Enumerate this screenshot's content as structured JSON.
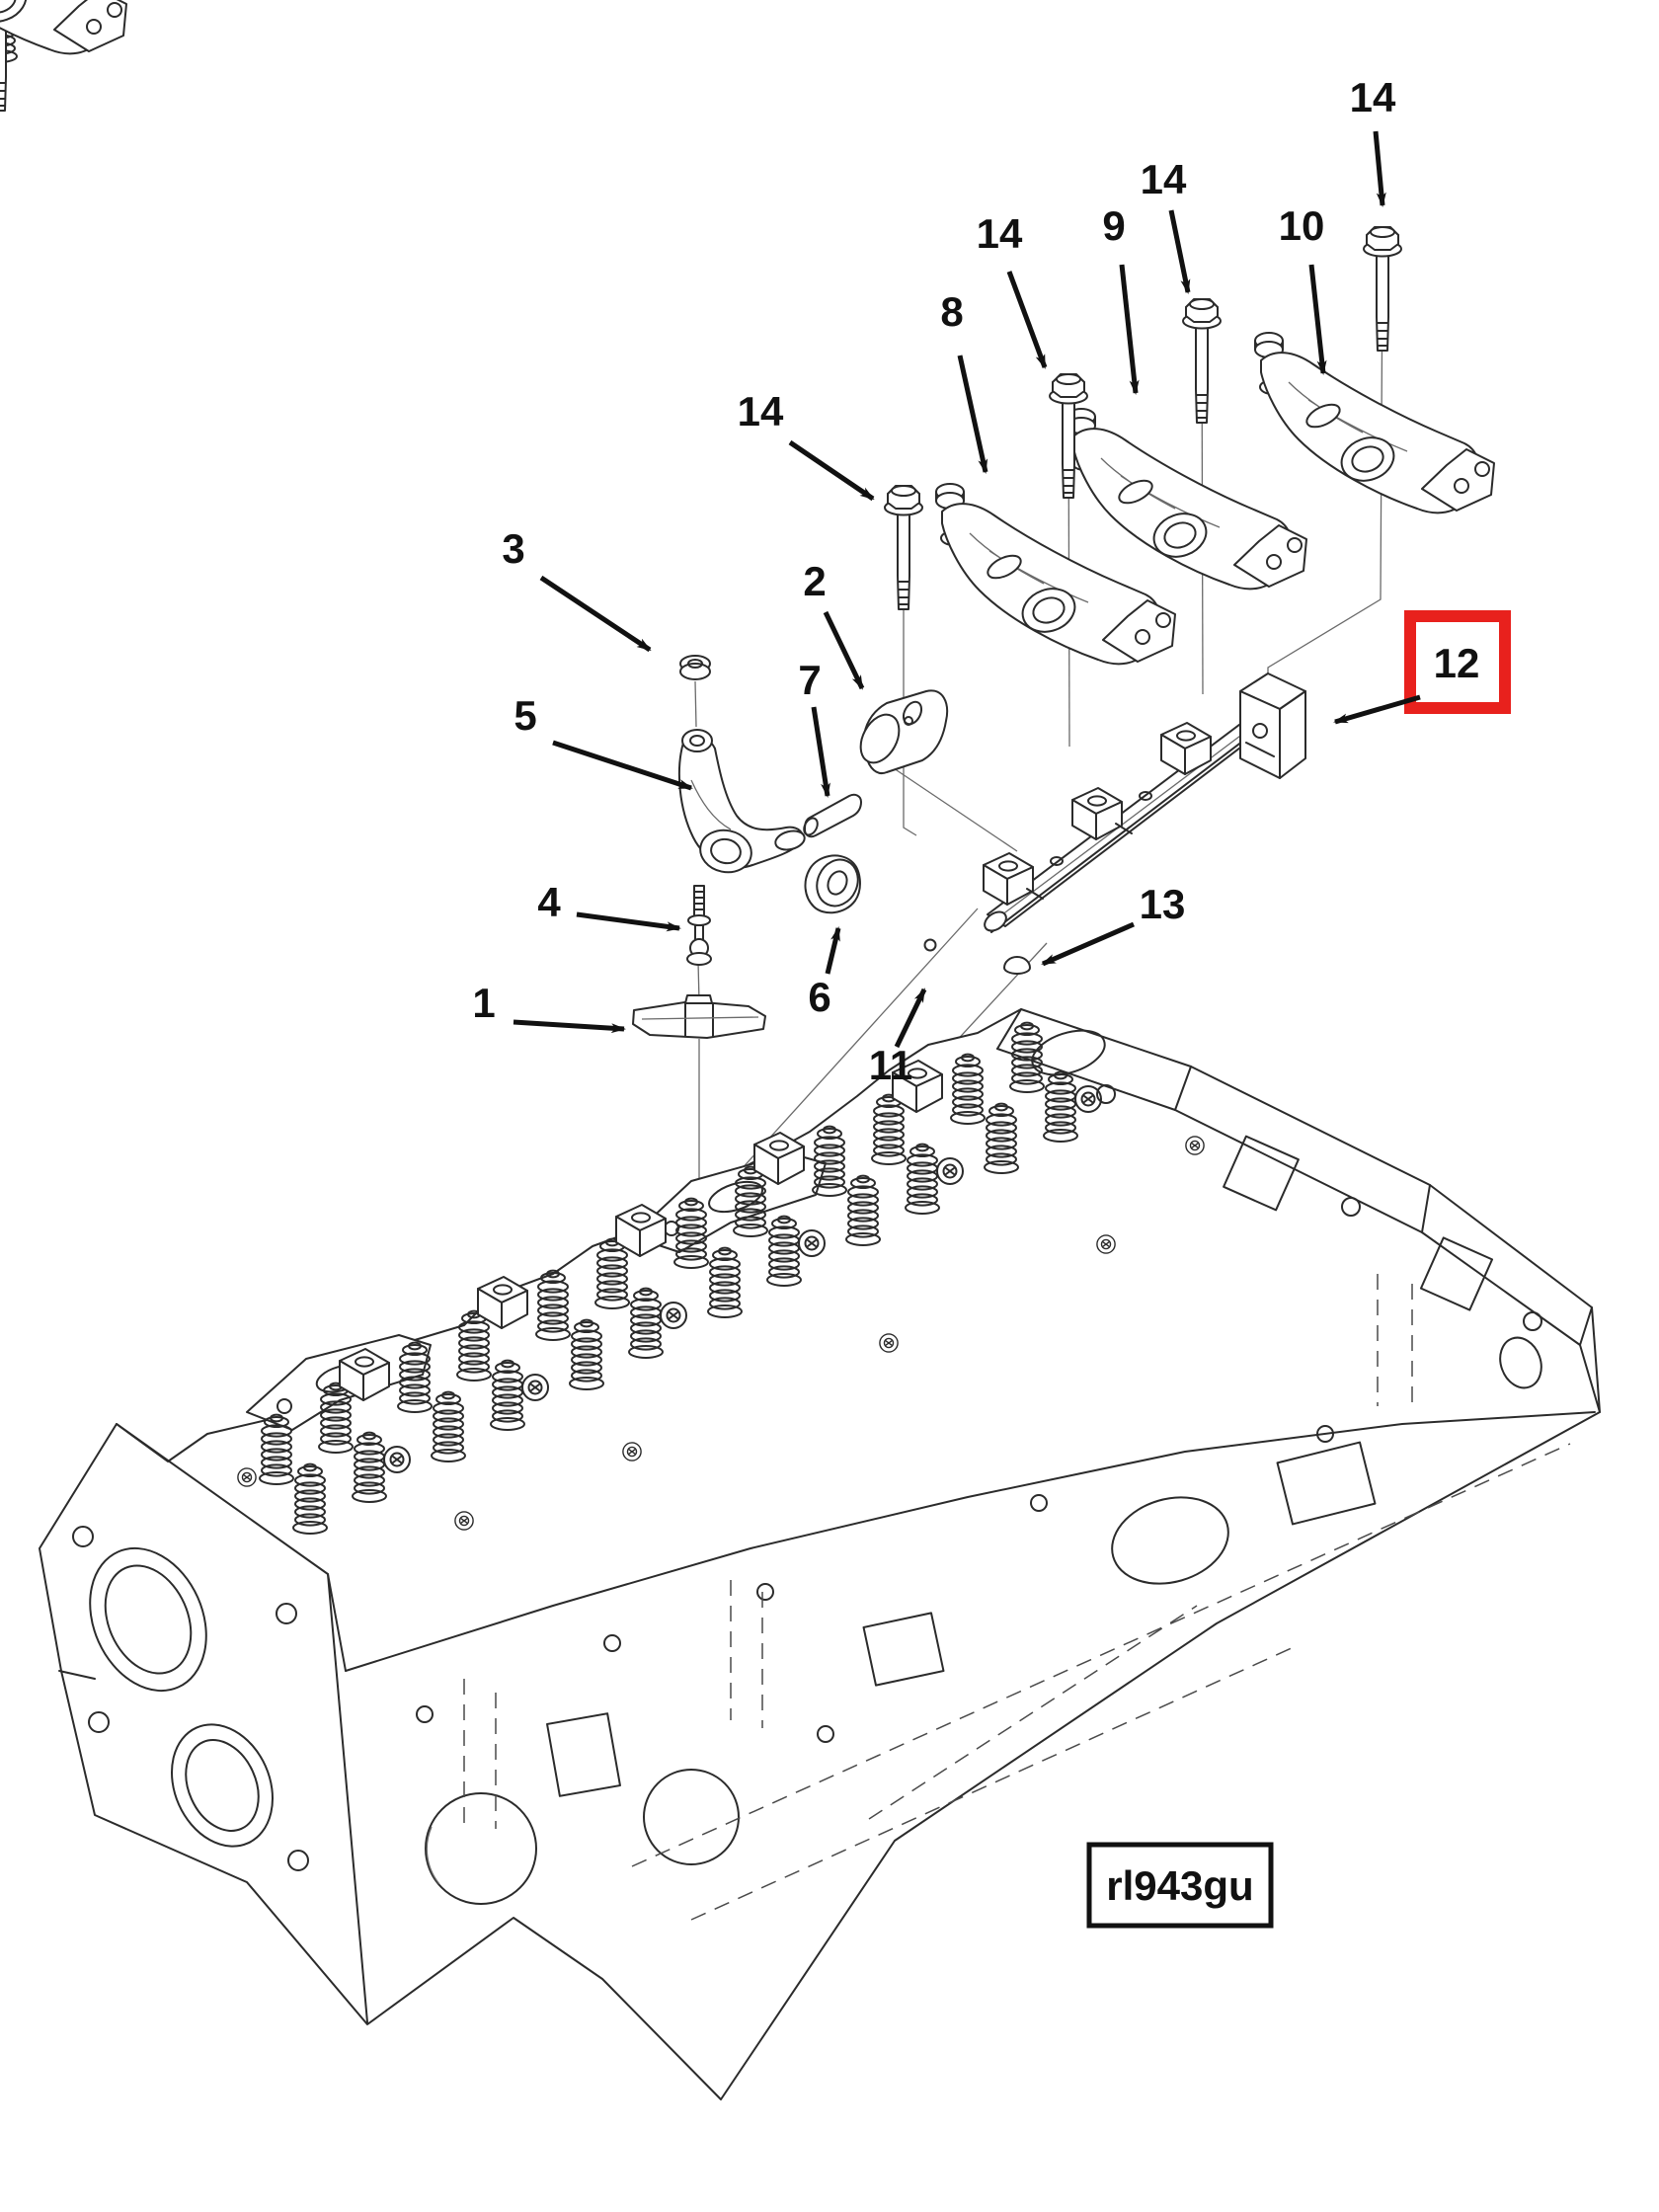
{
  "figure": {
    "id_code": "rl943gu",
    "accent_color": "#e8211d",
    "line_color": "#2b2b2b",
    "background": "#ffffff",
    "highlighted_callout": "12"
  },
  "callouts": {
    "c1": {
      "label": "1"
    },
    "c2": {
      "label": "2"
    },
    "c3": {
      "label": "3"
    },
    "c4": {
      "label": "4"
    },
    "c5": {
      "label": "5"
    },
    "c6": {
      "label": "6"
    },
    "c7": {
      "label": "7"
    },
    "c8": {
      "label": "8"
    },
    "c9": {
      "label": "9"
    },
    "c10": {
      "label": "10"
    },
    "c11": {
      "label": "11"
    },
    "c12": {
      "label": "12",
      "highlighted": true
    },
    "c13": {
      "label": "13"
    },
    "c14a": {
      "label": "14"
    },
    "c14b": {
      "label": "14"
    },
    "c14c": {
      "label": "14"
    },
    "c14d": {
      "label": "14"
    }
  }
}
